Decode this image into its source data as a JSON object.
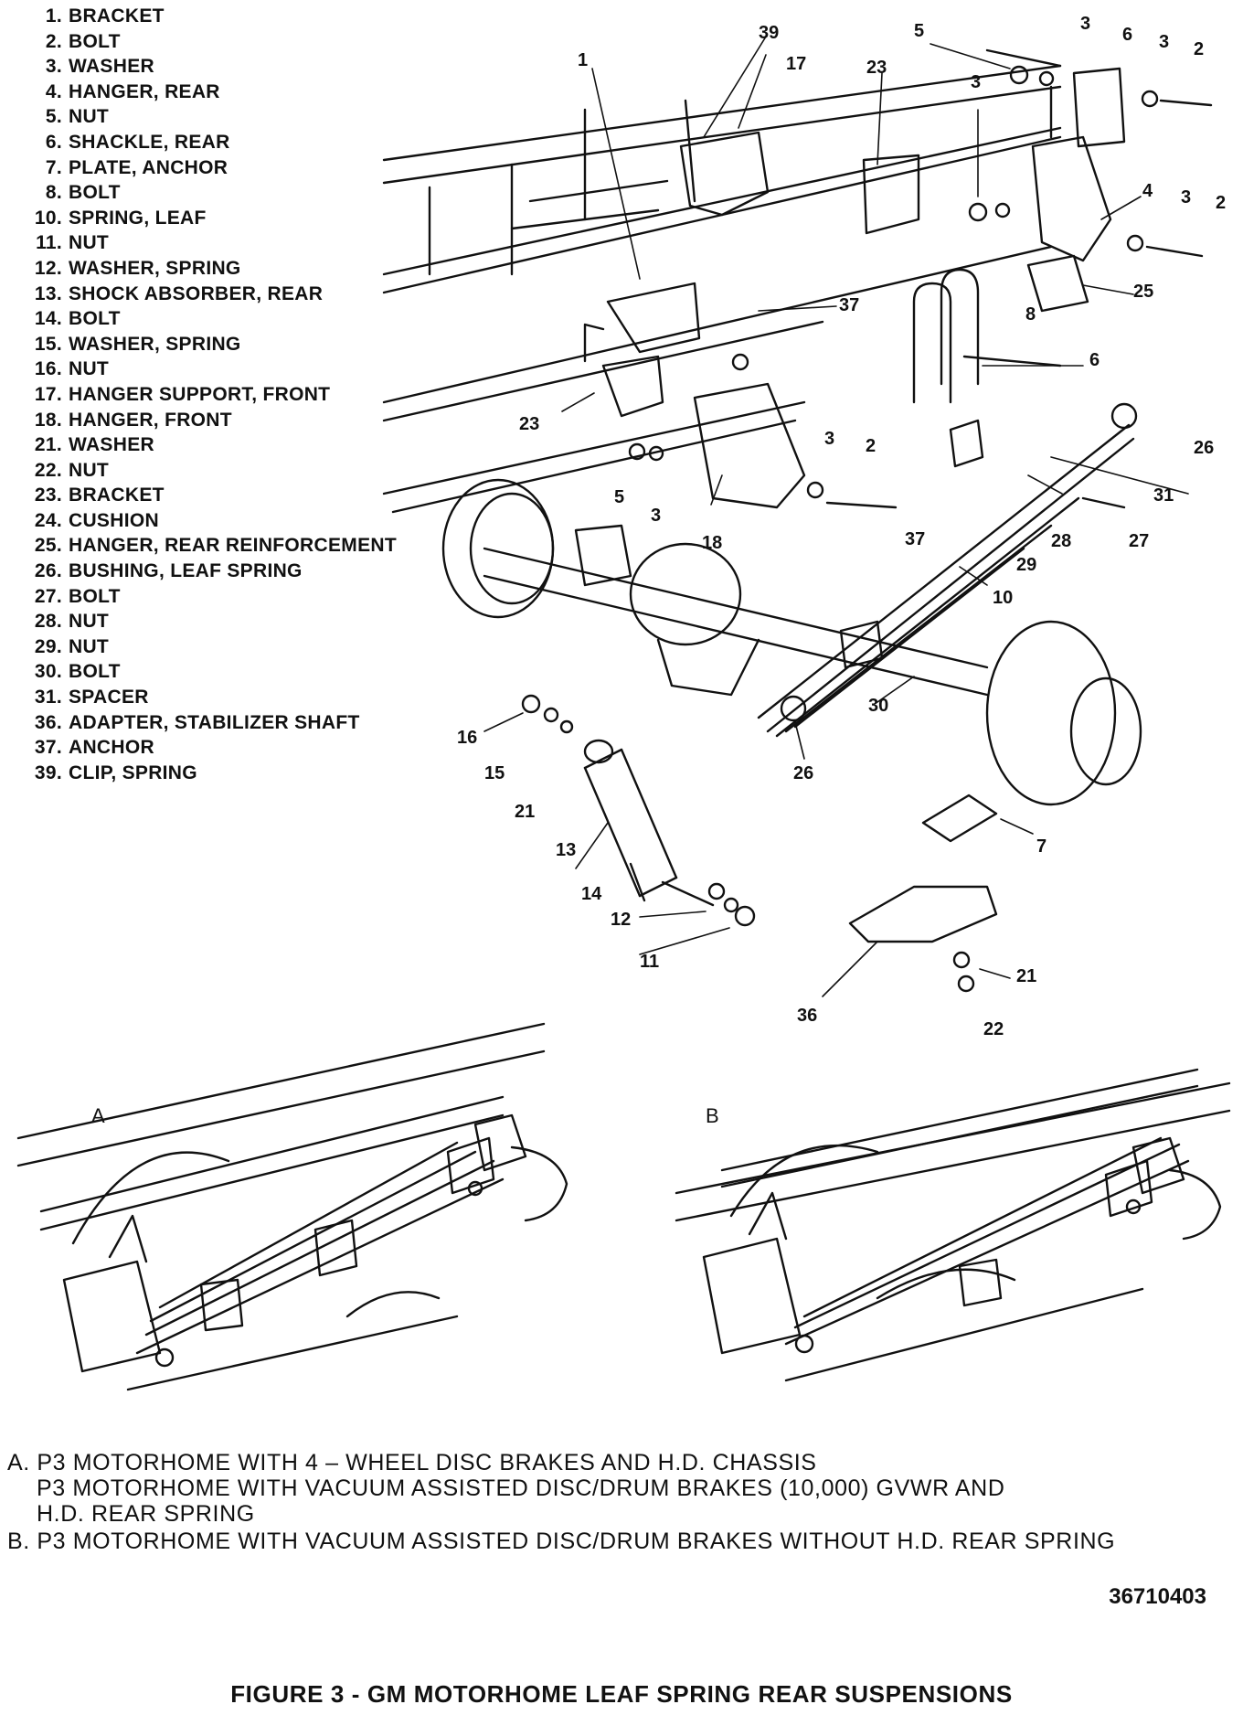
{
  "parts_list": [
    {
      "number": "1.",
      "name": "BRACKET"
    },
    {
      "number": "2.",
      "name": "BOLT"
    },
    {
      "number": "3.",
      "name": "WASHER"
    },
    {
      "number": "4.",
      "name": "HANGER, REAR"
    },
    {
      "number": "5.",
      "name": "NUT"
    },
    {
      "number": "6.",
      "name": "SHACKLE, REAR"
    },
    {
      "number": "7.",
      "name": "PLATE, ANCHOR"
    },
    {
      "number": "8.",
      "name": "BOLT"
    },
    {
      "number": "10.",
      "name": "SPRING, LEAF"
    },
    {
      "number": "11.",
      "name": "NUT"
    },
    {
      "number": "12.",
      "name": "WASHER, SPRING"
    },
    {
      "number": "13.",
      "name": "SHOCK ABSORBER, REAR"
    },
    {
      "number": "14.",
      "name": "BOLT"
    },
    {
      "number": "15.",
      "name": "WASHER, SPRING"
    },
    {
      "number": "16.",
      "name": "NUT"
    },
    {
      "number": "17.",
      "name": "HANGER SUPPORT, FRONT"
    },
    {
      "number": "18.",
      "name": "HANGER, FRONT"
    },
    {
      "number": "21.",
      "name": "WASHER"
    },
    {
      "number": "22.",
      "name": "NUT"
    },
    {
      "number": "23.",
      "name": "BRACKET"
    },
    {
      "number": "24.",
      "name": "CUSHION"
    },
    {
      "number": "25.",
      "name": "HANGER, REAR REINFORCEMENT"
    },
    {
      "number": "26.",
      "name": "BUSHING, LEAF SPRING"
    },
    {
      "number": "27.",
      "name": "BOLT"
    },
    {
      "number": "28.",
      "name": "NUT"
    },
    {
      "number": "29.",
      "name": "NUT"
    },
    {
      "number": "30.",
      "name": "BOLT"
    },
    {
      "number": "31.",
      "name": "SPACER"
    },
    {
      "number": "36.",
      "name": "ADAPTER, STABILIZER SHAFT"
    },
    {
      "number": "37.",
      "name": "ANCHOR"
    },
    {
      "number": "39.",
      "name": "CLIP, SPRING"
    }
  ],
  "callouts": [
    "1",
    "39",
    "17",
    "23",
    "5",
    "3",
    "6",
    "3",
    "2",
    "3",
    "4",
    "3",
    "2",
    "25",
    "8",
    "37",
    "6",
    "23",
    "5",
    "3",
    "18",
    "3",
    "2",
    "26",
    "31",
    "37",
    "28",
    "29",
    "27",
    "10",
    "30",
    "26",
    "16",
    "15",
    "21",
    "13",
    "14",
    "12",
    "11",
    "7",
    "36",
    "21",
    "22"
  ],
  "panels": {
    "a_label": "A",
    "b_label": "B"
  },
  "caption": {
    "line1": "A. P3 MOTORHOME WITH 4 – WHEEL DISC BRAKES AND H.D. CHASSIS",
    "line2": "P3 MOTORHOME WITH VACUUM ASSISTED DISC/DRUM BRAKES (10,000) GVWR AND",
    "line3": "H.D. REAR SPRING",
    "line4": "B. P3 MOTORHOME WITH VACUUM ASSISTED DISC/DRUM BRAKES WITHOUT H.D. REAR SPRING"
  },
  "document_number": "36710403",
  "figure_title": "FIGURE 3 - GM MOTORHOME LEAF SPRING REAR SUSPENSIONS"
}
